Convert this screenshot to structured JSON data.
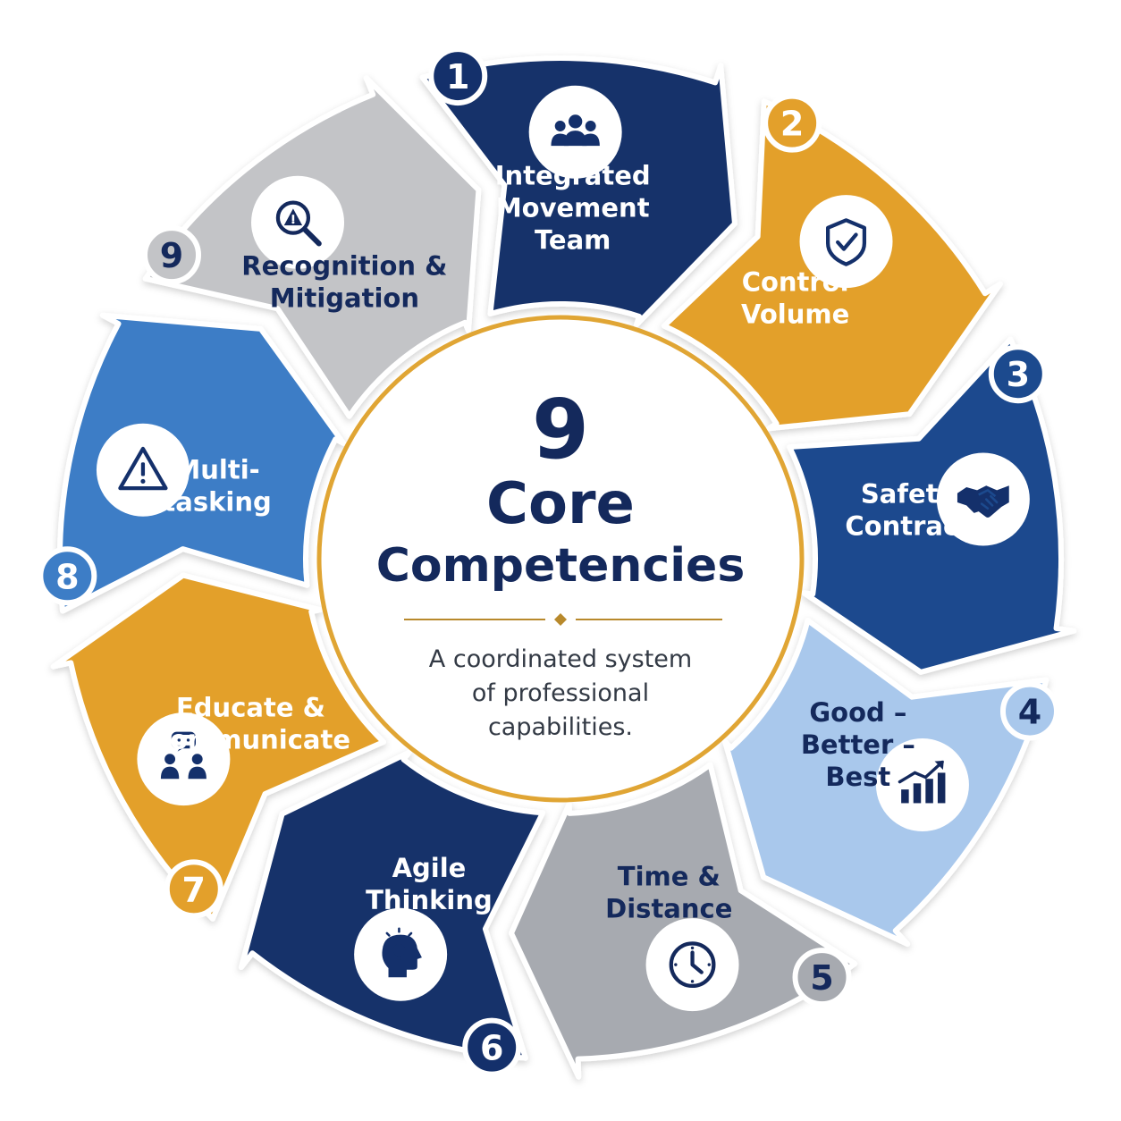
{
  "center": {
    "number": "9",
    "title_line1": "Core",
    "title_line2": "Competencies",
    "subtitle_lines": [
      "A coordinated system",
      "of professional",
      "capabilities."
    ]
  },
  "segments": [
    {
      "number": "1",
      "label_lines": [
        "Integrated",
        "Movement",
        "Team"
      ],
      "icon": "team-icon",
      "color": "#14306b"
    },
    {
      "number": "2",
      "label_lines": [
        "Control",
        "Volume"
      ],
      "icon": "shield-check-icon",
      "color": "#e3a02b"
    },
    {
      "number": "3",
      "label_lines": [
        "Safety",
        "Contract"
      ],
      "icon": "handshake-icon",
      "color": "#1c4a8e"
    },
    {
      "number": "4",
      "label_lines": [
        "Good –",
        "Better –",
        "Best"
      ],
      "icon": "growth-chart-icon",
      "color": "#a9c8ec"
    },
    {
      "number": "5",
      "label_lines": [
        "Time &",
        "Distance"
      ],
      "icon": "clock-icon",
      "color": "#a7aab0"
    },
    {
      "number": "6",
      "label_lines": [
        "Agile",
        "Thinking"
      ],
      "icon": "head-lightbulb-icon",
      "color": "#14306b"
    },
    {
      "number": "7",
      "label_lines": [
        "Educate &",
        "Communicate"
      ],
      "icon": "chat-people-icon",
      "color": "#e3a02b"
    },
    {
      "number": "8",
      "label_lines": [
        "Multi-",
        "tasking"
      ],
      "icon": "warning-icon",
      "color": "#3d7dc6"
    },
    {
      "number": "9",
      "label_lines": [
        "Recognition &",
        "Mitigation"
      ],
      "icon": "search-alert-icon",
      "color": "#c3c4c7"
    }
  ]
}
